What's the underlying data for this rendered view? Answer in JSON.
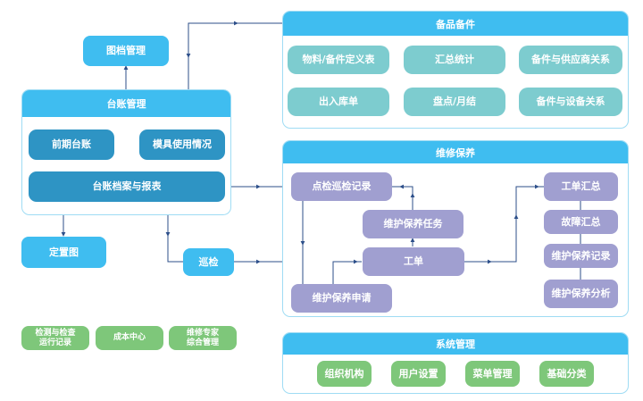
{
  "top": {
    "tudang": "图档管理"
  },
  "taizhang": {
    "title": "台账管理",
    "qianqi": "前期台账",
    "moju": "模具使用情况",
    "dangan": "台账档案与报表"
  },
  "dingzhitu": "定置图",
  "xunjian": "巡检",
  "left_bottom": {
    "jiance": [
      "检测与检查",
      "运行记录"
    ],
    "chengben": "成本中心",
    "zhuanjia": [
      "维修专家",
      "综合管理"
    ]
  },
  "beipin": {
    "title": "备品备件",
    "items": [
      "物料/备件定义表",
      "汇总统计",
      "备件与供应商关系",
      "出入库单",
      "盘点/月结",
      "备件与设备关系"
    ]
  },
  "weixiu": {
    "title": "维修保养",
    "dianjian": "点检巡检记录",
    "renwu": "维护保养任务",
    "gongdan": "工单",
    "shenqing": "维护保养申请",
    "right": [
      "工单汇总",
      "故障汇总",
      "维护保养记录",
      "维护保养分析"
    ]
  },
  "xitong": {
    "title": "系统管理",
    "items": [
      "组织机构",
      "用户设置",
      "菜单管理",
      "基础分类"
    ]
  },
  "colors": {
    "header_blue": "#3fbdf0",
    "dark_blue": "#2e94c4",
    "teal": "#7dcccf",
    "purple": "#a09fd0",
    "green": "#7ec77a",
    "line": "#2d4f8a"
  }
}
